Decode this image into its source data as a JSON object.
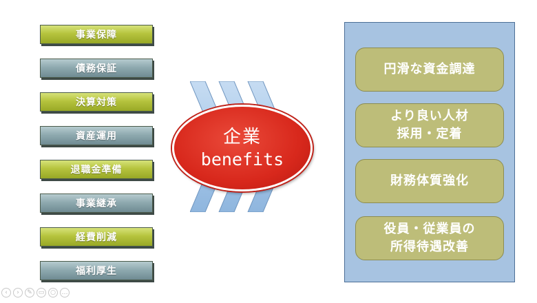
{
  "left_items": [
    {
      "label": "事業保障",
      "color": "green"
    },
    {
      "label": "債務保証",
      "color": "teal"
    },
    {
      "label": "決算対策",
      "color": "green"
    },
    {
      "label": "資産運用",
      "color": "teal"
    },
    {
      "label": "退職金準備",
      "color": "green"
    },
    {
      "label": "事業継承",
      "color": "teal"
    },
    {
      "label": "経費削減",
      "color": "green"
    },
    {
      "label": "福利厚生",
      "color": "teal"
    }
  ],
  "center": {
    "line1": "企業",
    "line2": "benefits"
  },
  "right_items": [
    {
      "line1": "円滑な資金調達",
      "line2": ""
    },
    {
      "line1": "より良い人材",
      "line2": "採用・定着"
    },
    {
      "line1": "財務体質強化",
      "line2": ""
    },
    {
      "line1": "役員・従業員の",
      "line2": "所得待遇改善"
    }
  ],
  "colors": {
    "left_green": "#b6c43e",
    "left_teal": "#8faab0",
    "ellipse": "#d8281c",
    "panel": "#a7c3e1",
    "right_box": "#bdbd79",
    "chevron": "#a9c9ea"
  },
  "controls": [
    "prev-icon",
    "next-icon",
    "pen-icon",
    "copy-icon",
    "zoom-icon",
    "more-icon"
  ]
}
